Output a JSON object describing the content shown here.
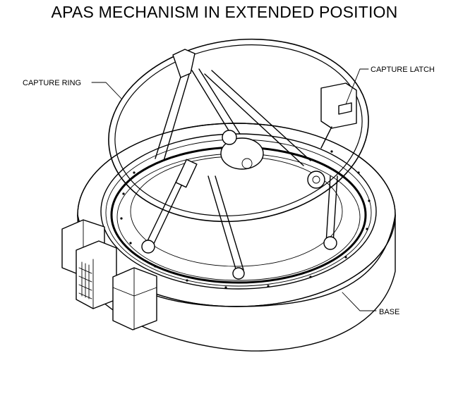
{
  "figure": {
    "title": "APAS MECHANISM IN EXTENDED POSITION",
    "labels": {
      "capture_ring": "CAPTURE RING",
      "capture_latch": "CAPTURE LATCH",
      "base": "BASE"
    }
  }
}
